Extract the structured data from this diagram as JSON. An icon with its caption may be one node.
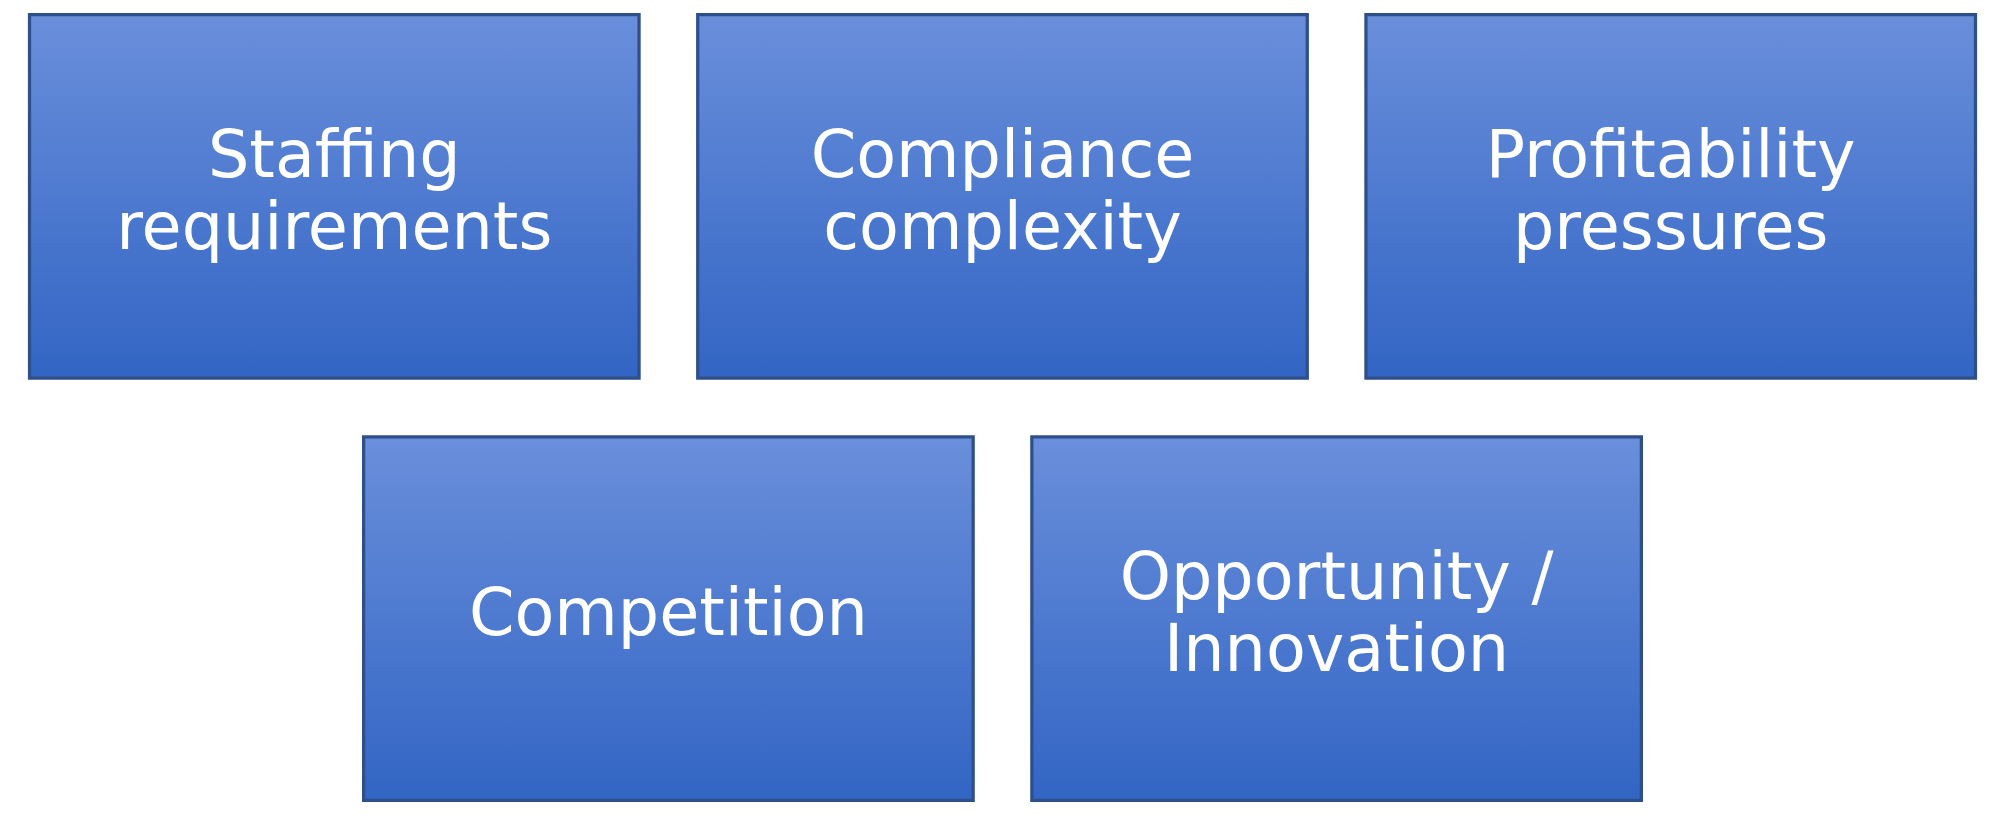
{
  "diagram": {
    "nodes": [
      {
        "text": [
          "Staffing requirements"
        ]
      },
      {
        "text": [
          "Compliance complexity"
        ]
      },
      {
        "text": [
          "Profitability pressures"
        ]
      },
      {
        "text": [
          "Competition"
        ]
      },
      {
        "text": [
          "Opportunity / Innovation"
        ]
      }
    ]
  }
}
